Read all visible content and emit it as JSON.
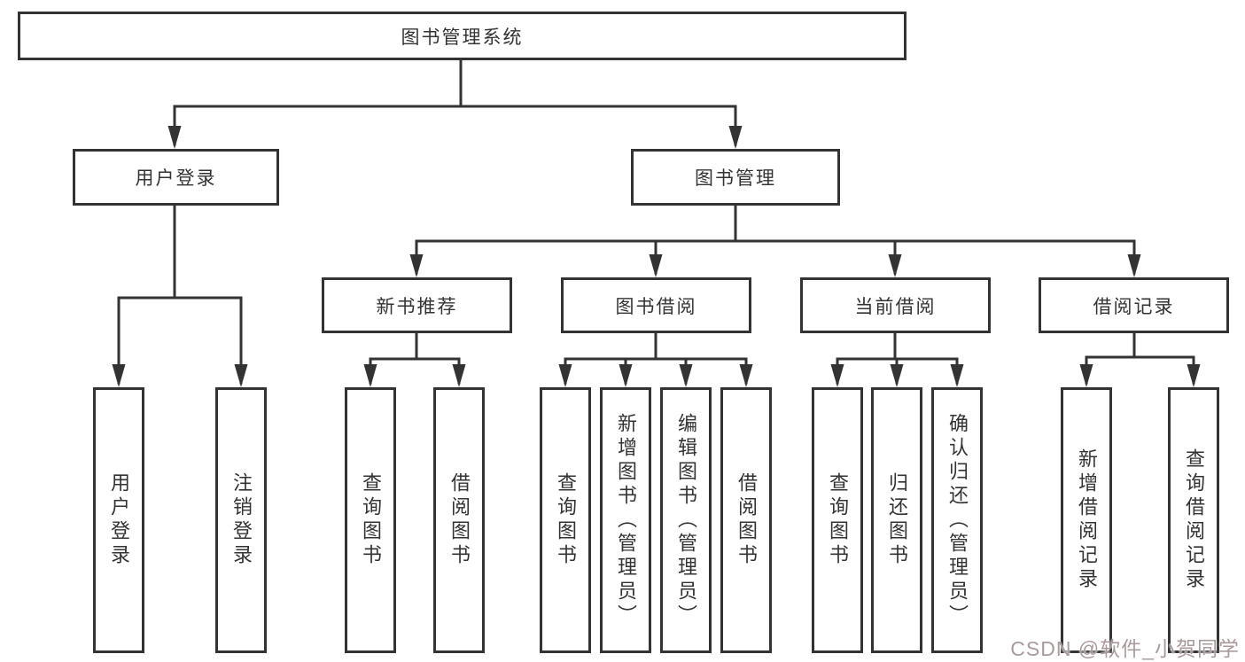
{
  "diagram": {
    "root": "图书管理系统",
    "level2": [
      "用户登录",
      "图书管理"
    ],
    "level3": [
      "新书推荐",
      "图书借阅",
      "当前借阅",
      "借阅记录"
    ],
    "leaves": {
      "login": [
        "用户登录",
        "注销登录"
      ],
      "recommend": [
        "查询图书",
        "借阅图书"
      ],
      "borrow": [
        "查询图书",
        "新增图书（管理员）",
        "编辑图书（管理员）",
        "借阅图书"
      ],
      "current": [
        "查询图书",
        "归还图书",
        "确认归还（管理员）"
      ],
      "records": [
        "新增借阅记录",
        "查询借阅记录"
      ]
    }
  },
  "watermark": {
    "text": "CSDN @软件_小贺同学",
    "color": "#ab9a9c"
  },
  "colors": {
    "line": "#333333",
    "text": "#333333",
    "background": "#ffffff"
  }
}
